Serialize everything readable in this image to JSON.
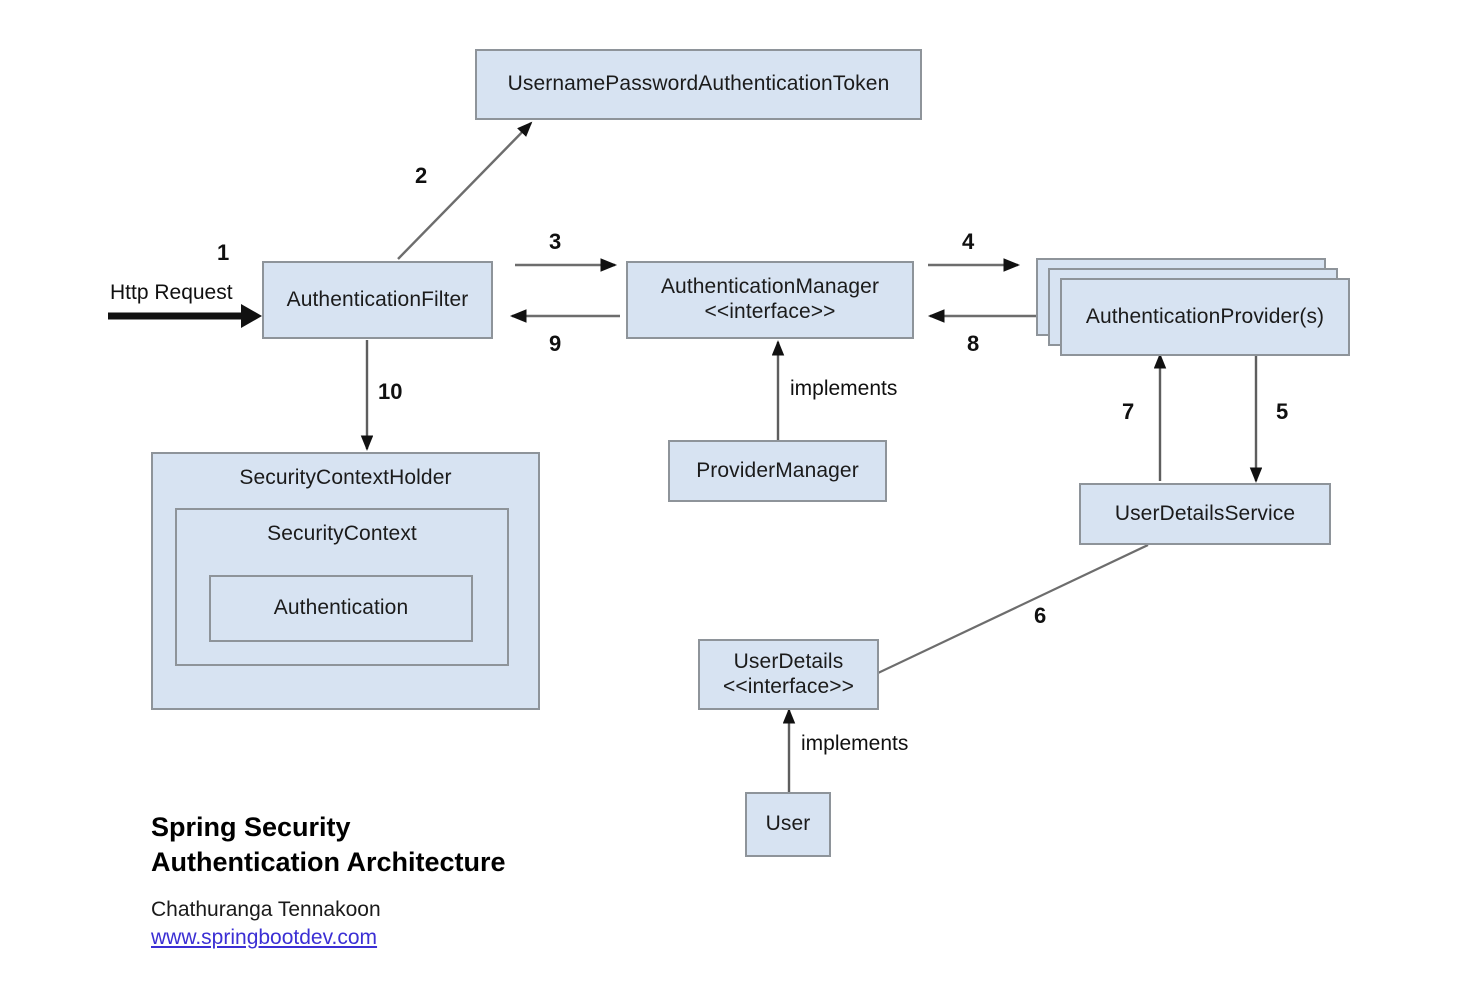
{
  "diagram": {
    "title_line1": "Spring Security",
    "title_line2": "Authentication Architecture",
    "author": "Chathuranga Tennakoon",
    "website": "www.springbootdev.com",
    "background": "#ffffff",
    "box_fill": "#d7e3f2",
    "box_border": "#8e949a",
    "link_color": "#3b2fd4"
  },
  "nodes": {
    "token": {
      "label": "UsernamePasswordAuthenticationToken"
    },
    "auth_filter": {
      "label": "AuthenticationFilter"
    },
    "auth_manager": {
      "line1": "AuthenticationManager",
      "line2": "<<interface>>"
    },
    "auth_provider": {
      "label": "AuthenticationProvider(s)"
    },
    "provider_manager": {
      "label": "ProviderManager"
    },
    "user_details_service": {
      "label": "UserDetailsService"
    },
    "user_details": {
      "line1": "UserDetails",
      "line2": "<<interface>>"
    },
    "user": {
      "label": "User"
    },
    "security_context_holder": {
      "label": "SecurityContextHolder"
    },
    "security_context": {
      "label": "SecurityContext"
    },
    "authentication": {
      "label": "Authentication"
    }
  },
  "edges": {
    "http_request": "Http Request",
    "step1": "1",
    "step2": "2",
    "step3": "3",
    "step4": "4",
    "step5": "5",
    "step6": "6",
    "step7": "7",
    "step8": "8",
    "step9": "9",
    "step10": "10",
    "implements_manager": "implements",
    "implements_user": "implements"
  }
}
